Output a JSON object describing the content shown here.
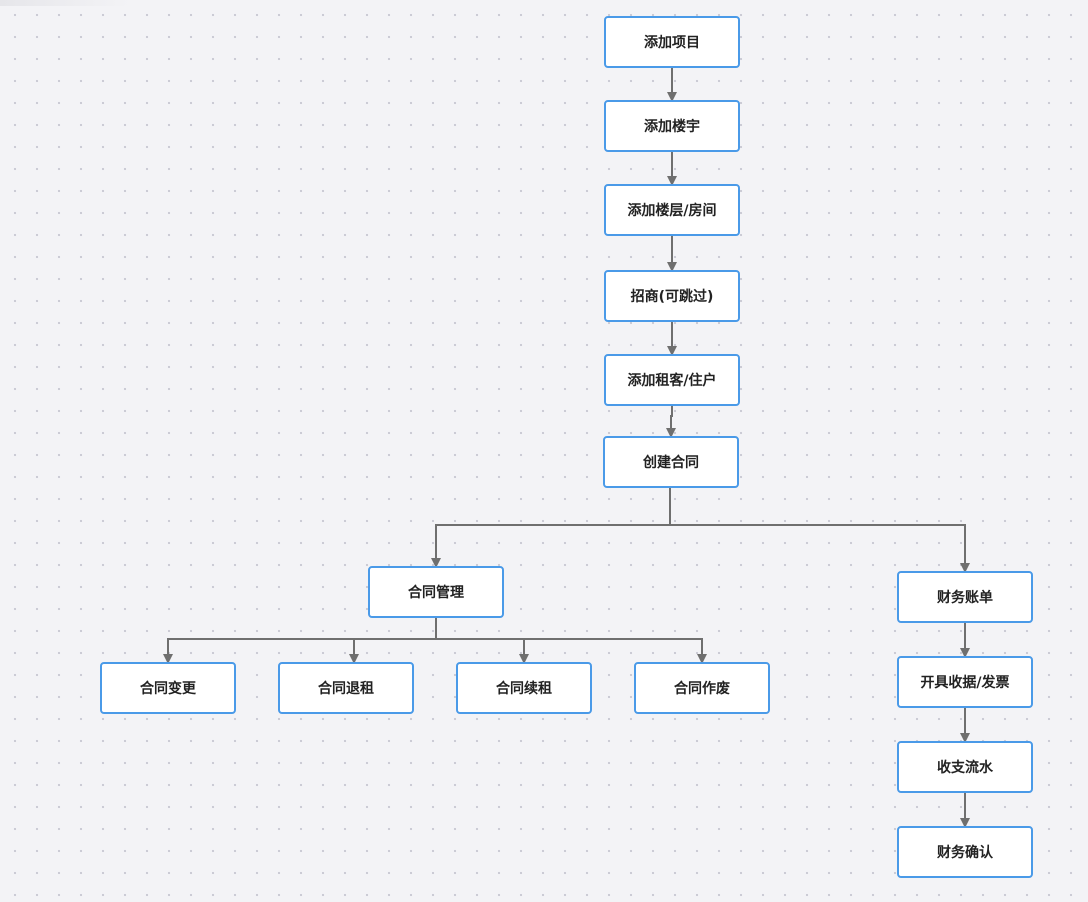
{
  "diagram": {
    "nodes": {
      "add_project": "添加项目",
      "add_building": "添加楼宇",
      "add_floor_room": "添加楼层/房间",
      "attract_investment": "招商(可跳过)",
      "add_tenant": "添加租客/住户",
      "create_contract": "创建合同",
      "contract_management": "合同管理",
      "financial_bill": "财务账单",
      "contract_change": "合同变更",
      "contract_surrender": "合同退租",
      "contract_renewal": "合同续租",
      "contract_void": "合同作废",
      "issue_receipt_invoice": "开具收据/发票",
      "cash_flow": "收支流水",
      "financial_confirmation": "财务确认"
    },
    "edges": [
      [
        "add_project",
        "add_building"
      ],
      [
        "add_building",
        "add_floor_room"
      ],
      [
        "add_floor_room",
        "attract_investment"
      ],
      [
        "attract_investment",
        "add_tenant"
      ],
      [
        "add_tenant",
        "create_contract"
      ],
      [
        "create_contract",
        "contract_management"
      ],
      [
        "create_contract",
        "financial_bill"
      ],
      [
        "contract_management",
        "contract_change"
      ],
      [
        "contract_management",
        "contract_surrender"
      ],
      [
        "contract_management",
        "contract_renewal"
      ],
      [
        "contract_management",
        "contract_void"
      ],
      [
        "financial_bill",
        "issue_receipt_invoice"
      ],
      [
        "issue_receipt_invoice",
        "cash_flow"
      ],
      [
        "cash_flow",
        "financial_confirmation"
      ]
    ],
    "colors": {
      "node_border": "#4a9ae8",
      "edge": "#6f6f6f",
      "background": "#f3f3f6"
    }
  }
}
